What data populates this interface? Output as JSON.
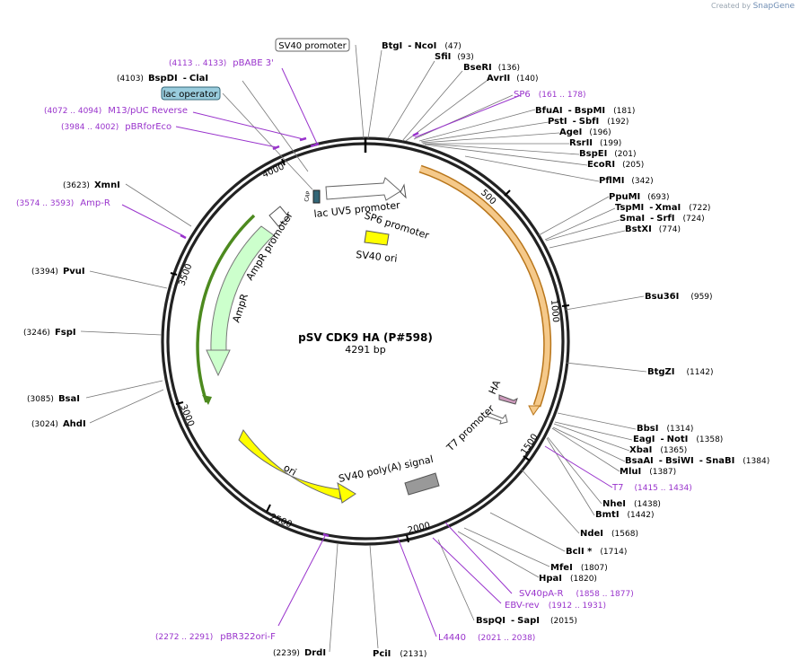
{
  "branding": {
    "prefix": "Created by",
    "name": "SnapGene"
  },
  "plasmid": {
    "name": "pSV CDK9 HA (P#598)",
    "length": "4291 bp"
  },
  "ruler": [
    "500",
    "1000",
    "1500",
    "2000",
    "2500",
    "3000",
    "3500",
    "4000"
  ],
  "sites": {
    "btgi": "BtgI",
    "btgi_ncoi_sep": "-",
    "ncoi": "NcoI",
    "btgi_pos": "(47)",
    "sfii": "SfiI",
    "sfii_pos": "(93)",
    "bseri": "BseRI",
    "bseri_pos": "(136)",
    "avrii": "AvrII",
    "avrii_pos": "(140)",
    "bfuai": "BfuAI",
    "bfuai_sep": "-",
    "bspmi": "BspMI",
    "bfuai_pos": "(181)",
    "psti": "PstI",
    "psti_sep": "-",
    "sbfi": "SbfI",
    "psti_pos": "(192)",
    "agei": "AgeI",
    "agei_pos": "(196)",
    "rsrii": "RsrII",
    "rsrii_pos": "(199)",
    "bspei": "BspEI",
    "bspei_pos": "(201)",
    "ecori": "EcoRI",
    "ecori_pos": "(205)",
    "pflmi": "PflMI",
    "pflmi_pos": "(342)",
    "ppumi": "PpuMI",
    "ppumi_pos": "(693)",
    "tspmi": "TspMI",
    "tspmi_sep": "-",
    "xmai": "XmaI",
    "tspmi_pos": "(722)",
    "smai": "SmaI",
    "smai_sep": "-",
    "srfi": "SrfI",
    "smai_pos": "(724)",
    "bstxi": "BstXI",
    "bstxi_pos": "(774)",
    "bsu36i": "Bsu36I",
    "bsu36i_pos": "(959)",
    "btgzi": "BtgZI",
    "btgzi_pos": "(1142)",
    "bbsi": "BbsI",
    "bbsi_pos": "(1314)",
    "eagi": "EagI",
    "eagi_sep": "-",
    "noti": "NotI",
    "eagi_pos": "(1358)",
    "xbai": "XbaI",
    "xbai_pos": "(1365)",
    "bsaai": "BsaAI",
    "bsaai_sep1": "-",
    "bsiwi": "BsiWI",
    "bsaai_sep2": "-",
    "snabi": "SnaBI",
    "bsaai_pos": "(1384)",
    "mlui": "MluI",
    "mlui_pos": "(1387)",
    "nhei": "NheI",
    "nhei_pos": "(1438)",
    "bmti": "BmtI",
    "bmti_pos": "(1442)",
    "ndei": "NdeI",
    "ndei_pos": "(1568)",
    "bcli": "BclI *",
    "bcli_pos": "(1714)",
    "mfei": "MfeI",
    "mfei_pos": "(1807)",
    "hpai": "HpaI",
    "hpai_pos": "(1820)",
    "bspqi": "BspQI",
    "bspqi_sep": "-",
    "sapi": "SapI",
    "bspqi_pos": "(2015)",
    "pcii": "PciI",
    "pcii_pos": "(2131)",
    "drdi": "DrdI",
    "drdi_pos": "(2239)",
    "ahdi": "AhdI",
    "ahdi_pos": "(3024)",
    "bsai": "BsaI",
    "bsai_pos": "(3085)",
    "fspi": "FspI",
    "fspi_pos": "(3246)",
    "pvui": "PvuI",
    "pvui_pos": "(3394)",
    "xmni": "XmnI",
    "xmni_pos": "(3623)",
    "bspdi": "BspDI",
    "bspdi_sep": "-",
    "clai": "ClaI",
    "bspdi_pos": "(4103)"
  },
  "primers": {
    "sp6": "SP6",
    "sp6_pos": "(161 .. 178)",
    "t7": "T7",
    "t7_pos": "(1415 .. 1434)",
    "sv40pa_r": "SV40pA-R",
    "sv40pa_r_pos": "(1858 .. 1877)",
    "ebv_rev": "EBV-rev",
    "ebv_rev_pos": "(1912 .. 1931)",
    "l4440": "L4440",
    "l4440_pos": "(2021 .. 2038)",
    "pbr322ori_f": "pBR322ori-F",
    "pbr322ori_f_pos": "(2272 .. 2291)",
    "amp_r": "Amp-R",
    "amp_r_pos": "(3574 .. 3593)",
    "pbrforeco": "pBRforEco",
    "pbrforeco_pos": "(3984 .. 4002)",
    "m13_puc_rev": "M13/pUC Reverse",
    "m13_puc_rev_pos": "(4072 .. 4094)",
    "pbabe3": "pBABE 3'",
    "pbabe3_pos": "(4113 .. 4133)"
  },
  "features": {
    "sv40_promoter": "SV40 promoter",
    "lac_operator": "lac operator",
    "lac_uv5_promoter": "lac UV5 promoter",
    "sp6_promoter": "SP6 promoter",
    "sv40_ori": "SV40 ori",
    "ampr_promoter": "AmpR promoter",
    "ampr": "AmpR",
    "ori": "ori",
    "sv40_polya": "SV40 poly(A) signal",
    "t7_promoter": "T7 promoter",
    "ha": "HA",
    "cap": "CAP"
  },
  "colors": {
    "backbone": "#222222",
    "enzyme": "#000000",
    "primer": "#9933cc",
    "orf_orange": "#f5c98a",
    "orf_orange_edge": "#b8751a",
    "ampr_fill": "#ccffcc",
    "ampr_edge": "#4d8a1f",
    "ori_fill": "#ffff00",
    "sv40_polya_fill": "#999999",
    "ha_fill": "#cc99bb",
    "operator_fill": "#99ccdd",
    "promoter_fill": "#ffffff"
  }
}
